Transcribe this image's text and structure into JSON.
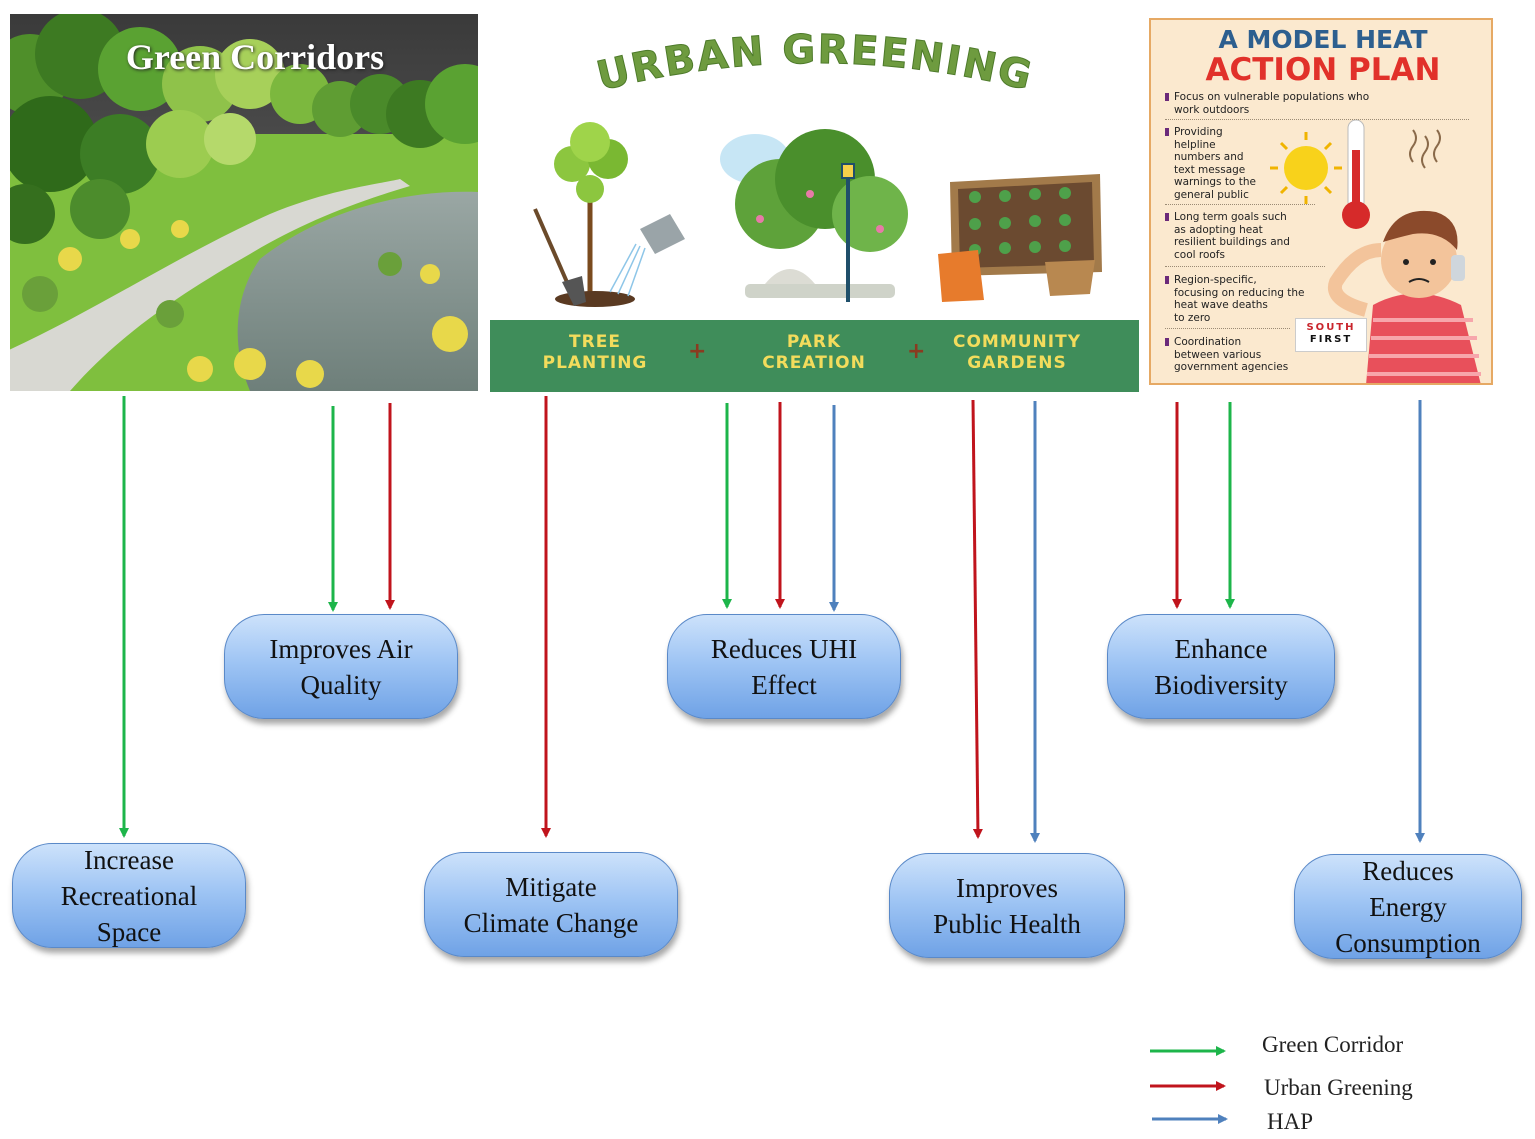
{
  "panels": {
    "green_corridors": {
      "title": "Green Corridors"
    },
    "urban_greening": {
      "title": "URBAN GREENING",
      "items": [
        {
          "line1": "TREE",
          "line2": "PLANTING"
        },
        {
          "line1": "PARK",
          "line2": "CREATION"
        },
        {
          "line1": "COMMUNITY",
          "line2": "GARDENS"
        }
      ],
      "plus": "+"
    },
    "heat_action_plan": {
      "title_line1": "A MODEL HEAT",
      "title_line2": "ACTION PLAN",
      "items": [
        [
          "Focus on vulnerable populations who",
          "work outdoors"
        ],
        [
          "Providing",
          "helpline",
          "numbers and",
          "text message",
          "warnings to the",
          "general public"
        ],
        [
          "Long term goals such",
          "as adopting heat",
          "resilient buildings and",
          "cool roofs"
        ],
        [
          "Region-specific,",
          "focusing on reducing the",
          "heat wave deaths",
          "to zero"
        ],
        [
          "Coordination",
          "between various",
          "government agencies"
        ]
      ],
      "logo_line1": "SOUTH",
      "logo_line2": "FIRST"
    }
  },
  "outcomes": [
    {
      "id": "air",
      "lines": [
        "Improves Air",
        "Quality"
      ]
    },
    {
      "id": "uhi",
      "lines": [
        "Reduces UHI",
        "Effect"
      ]
    },
    {
      "id": "bio",
      "lines": [
        "Enhance",
        "Biodiversity"
      ]
    },
    {
      "id": "rec",
      "lines": [
        "Increase",
        "Recreational",
        "Space"
      ]
    },
    {
      "id": "climate",
      "lines": [
        "Mitigate",
        "Climate Change"
      ]
    },
    {
      "id": "health",
      "lines": [
        "Improves",
        "Public Health"
      ]
    },
    {
      "id": "energy",
      "lines": [
        "Reduces",
        "Energy",
        "Consumption"
      ]
    }
  ],
  "legend": [
    {
      "label": "Green Corridor",
      "color": "#1db54a"
    },
    {
      "label": "Urban Greening",
      "color": "#c0141c"
    },
    {
      "label": "HAP",
      "color": "#4f81bd"
    }
  ],
  "colors": {
    "green": "#1db54a",
    "red": "#c0141c",
    "blue": "#4f81bd",
    "box_fill": "#9fc5f4"
  }
}
